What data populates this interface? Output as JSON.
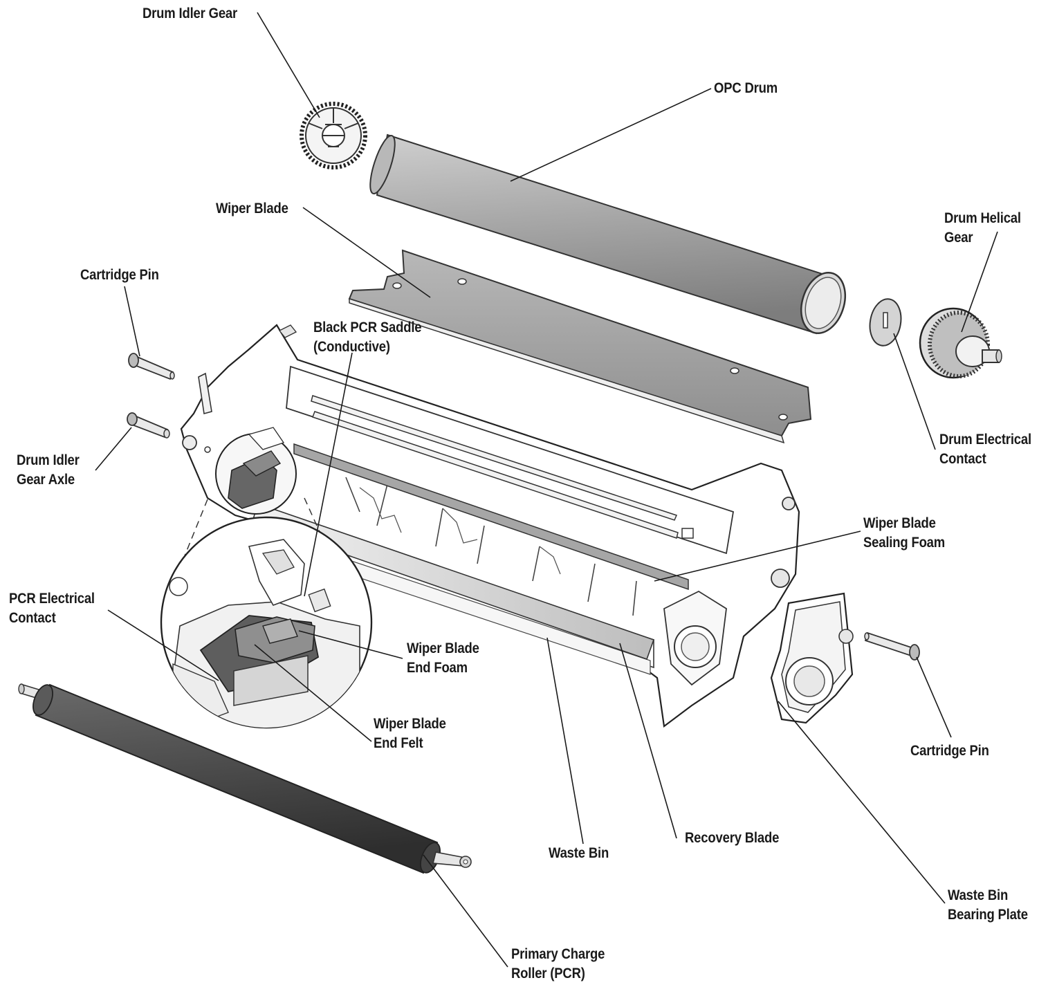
{
  "labels": {
    "drum_idler_gear": "Drum Idler Gear",
    "opc_drum": "OPC Drum",
    "wiper_blade": "Wiper Blade",
    "drum_helical_gear": [
      "Drum Helical",
      "Gear"
    ],
    "cartridge_pin_left": "Cartridge Pin",
    "black_pcr_saddle": [
      "Black PCR Saddle",
      "(Conductive)"
    ],
    "drum_idler_gear_axle": [
      "Drum Idler",
      "Gear Axle"
    ],
    "drum_electrical_contact": [
      "Drum Electrical",
      "Contact"
    ],
    "wiper_blade_sealing_foam": [
      "Wiper Blade",
      "Sealing Foam"
    ],
    "pcr_electrical_contact": [
      "PCR Electrical",
      "Contact"
    ],
    "wiper_blade_end_foam": [
      "Wiper Blade",
      "End Foam"
    ],
    "wiper_blade_end_felt": [
      "Wiper Blade",
      "End Felt"
    ],
    "cartridge_pin_right": "Cartridge Pin",
    "waste_bin": "Waste Bin",
    "recovery_blade": "Recovery Blade",
    "waste_bin_bearing_plate": [
      "Waste Bin",
      "Bearing Plate"
    ],
    "primary_charge_roller": [
      "Primary Charge",
      "Roller (PCR)"
    ]
  }
}
